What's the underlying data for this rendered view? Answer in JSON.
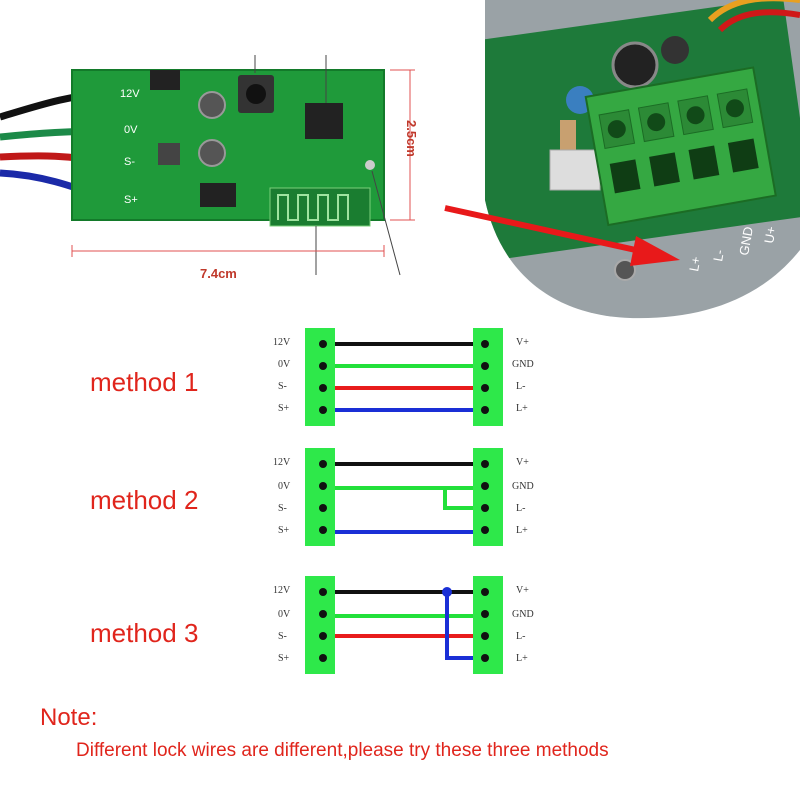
{
  "module": {
    "pin_labels": [
      "12V",
      "0V",
      "S-",
      "S+"
    ],
    "height_dim": "2.5cm",
    "width_dim": "7.4cm"
  },
  "lock_terminal": {
    "labels": [
      "L+",
      "L-",
      "GND",
      "U+"
    ]
  },
  "methods": [
    {
      "label": "method 1",
      "left_terms": [
        "12V",
        "0V",
        "S-",
        "S+"
      ],
      "right_terms": [
        "V+",
        "GND",
        "L-",
        "L+"
      ]
    },
    {
      "label": "method 2",
      "left_terms": [
        "12V",
        "0V",
        "S-",
        "S+"
      ],
      "right_terms": [
        "V+",
        "GND",
        "L-",
        "L+"
      ]
    },
    {
      "label": "method 3",
      "left_terms": [
        "12V",
        "0V",
        "S-",
        "S+"
      ],
      "right_terms": [
        "V+",
        "GND",
        "L-",
        "L+"
      ]
    }
  ],
  "note": {
    "title": "Note:",
    "body": "Different lock wires are different,please try these three methods"
  },
  "colors": {
    "wire_black": "#111111",
    "wire_green": "#22e03a",
    "wire_red": "#e81c1c",
    "wire_blue": "#1a2fd6",
    "terminal_green": "#2ee84a",
    "text_red": "#e0251c"
  }
}
